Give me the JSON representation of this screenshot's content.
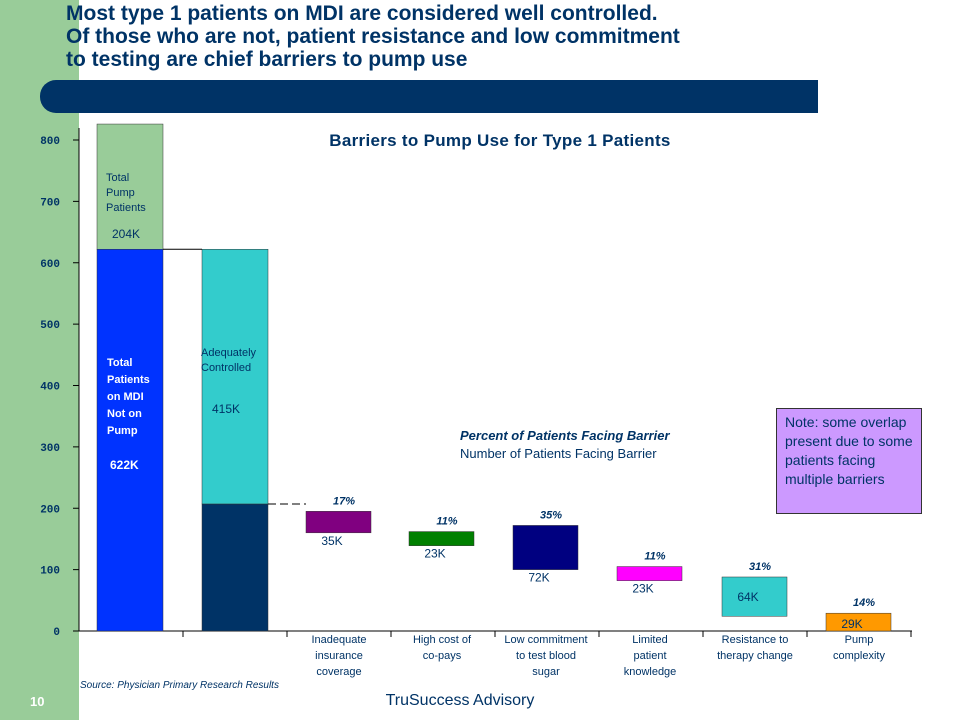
{
  "slide": {
    "headline": [
      "Most type 1 patients on MDI are considered well controlled.",
      "Of those who are not, patient resistance and low commitment",
      "to testing are chief barriers to pump use"
    ],
    "source": "Source: Physician Primary Research Results",
    "page_number": "10",
    "footer": "TruSuccess Advisory",
    "note": "Note: some overlap present due to some patients facing multiple barriers"
  },
  "chart_data": {
    "type": "bar",
    "title": "Barriers to Pump Use for Type 1 Patients",
    "legend": {
      "percent_label": "Percent of Patients Facing Barrier",
      "number_label": "Number of Patients Facing Barrier"
    },
    "ylim": [
      0,
      800
    ],
    "yticks": [
      "0",
      "100",
      "200",
      "300",
      "400",
      "500",
      "600",
      "700",
      "800"
    ],
    "grid": false,
    "columns": [
      {
        "segments": [
          {
            "label": "Total Patients on MDI Not on Pump",
            "value_label": "622K",
            "from": 0,
            "to": 622,
            "color": "#0033ff"
          },
          {
            "label": "Total Pump Patients",
            "value_label": "204K",
            "from": 622,
            "to": 826,
            "color": "#99cc99"
          }
        ]
      },
      {
        "segments": [
          {
            "label": "",
            "value_label": "",
            "from": 0,
            "to": 207,
            "color": "#003366"
          },
          {
            "label": "Adequately Controlled",
            "value_label": "415K",
            "from": 207,
            "to": 622,
            "color": "#33cccc"
          }
        ]
      }
    ],
    "barriers": [
      {
        "category": "Inadequate insurance coverage",
        "percent": "17%",
        "value_label": "35K",
        "from": 160,
        "to": 195,
        "color": "#800080"
      },
      {
        "category": "High cost of co-pays",
        "percent": "11%",
        "value_label": "23K",
        "from": 139,
        "to": 162,
        "color": "#008000"
      },
      {
        "category": "Low commitment to test blood sugar",
        "percent": "35%",
        "value_label": "72K",
        "from": 100,
        "to": 172,
        "color": "#000080"
      },
      {
        "category": "Limited patient knowledge",
        "percent": "11%",
        "value_label": "23K",
        "from": 82,
        "to": 105,
        "color": "#ff00ff"
      },
      {
        "category": "Resistance to therapy change",
        "percent": "31%",
        "value_label": "64K",
        "from": 24,
        "to": 88,
        "color": "#33cccc"
      },
      {
        "category": "Pump complexity",
        "percent": "14%",
        "value_label": "29K",
        "from": 0,
        "to": 29,
        "color": "#ff9900"
      }
    ]
  }
}
